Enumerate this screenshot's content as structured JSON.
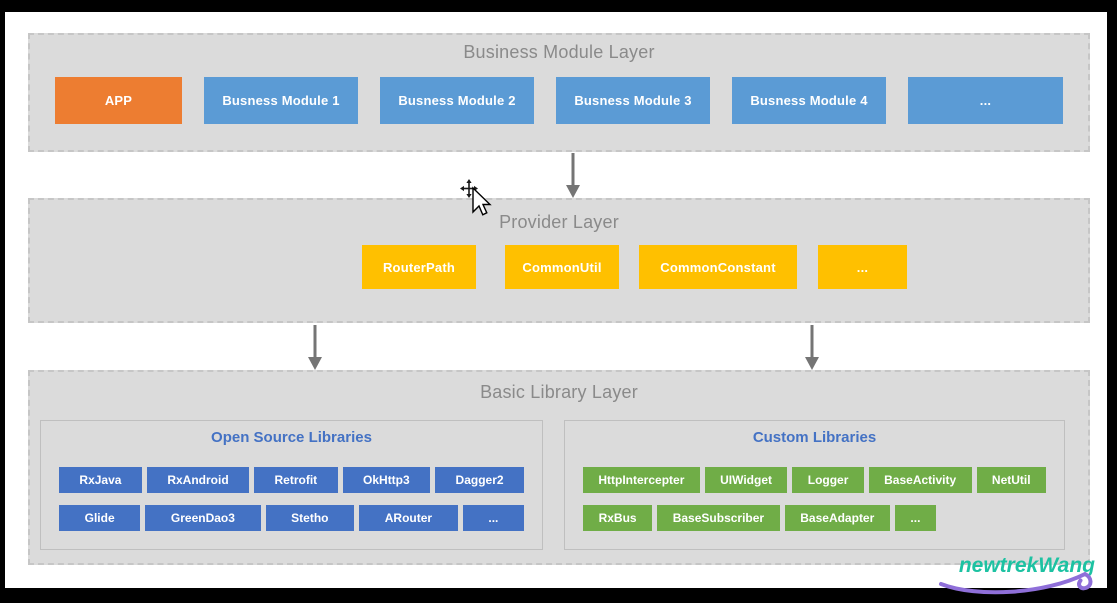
{
  "layers": {
    "business": {
      "title": "Business Module Layer",
      "boxes": [
        "APP",
        "Busness Module 1",
        "Busness Module 2",
        "Busness Module 3",
        "Busness Module 4",
        "..."
      ]
    },
    "provider": {
      "title": "Provider Layer",
      "boxes": [
        "RouterPath",
        "CommonUtil",
        "CommonConstant",
        "..."
      ]
    },
    "basic": {
      "title": "Basic Library Layer",
      "groups": [
        {
          "title": "Open Source Libraries",
          "rows": [
            [
              "RxJava",
              "RxAndroid",
              "Retrofit",
              "OkHttp3",
              "Dagger2"
            ],
            [
              "Glide",
              "GreenDao3",
              "Stetho",
              "ARouter",
              "..."
            ]
          ]
        },
        {
          "title": "Custom Libraries",
          "rows": [
            [
              "HttpIntercepter",
              "UIWidget",
              "Logger",
              "BaseActivity",
              "NetUtil"
            ],
            [
              "RxBus",
              "BaseSubscriber",
              "BaseAdapter",
              "..."
            ]
          ]
        }
      ]
    }
  },
  "watermark": "newtrekWang",
  "colors": {
    "app_orange": "#ED7D31",
    "module_blue": "#5B9BD5",
    "provider_yellow": "#FFC000",
    "library_blue": "#4472C4",
    "library_green": "#70AD47",
    "layer_fill": "#DBDBDB",
    "layer_border": "#C6C6C6",
    "layer_title_gray": "#8A8A8A",
    "subtitle_blue": "#4472C4",
    "arrow_gray": "#757575",
    "watermark_teal": "#1DC2A2",
    "watermark_purple": "#8F6FD9"
  }
}
